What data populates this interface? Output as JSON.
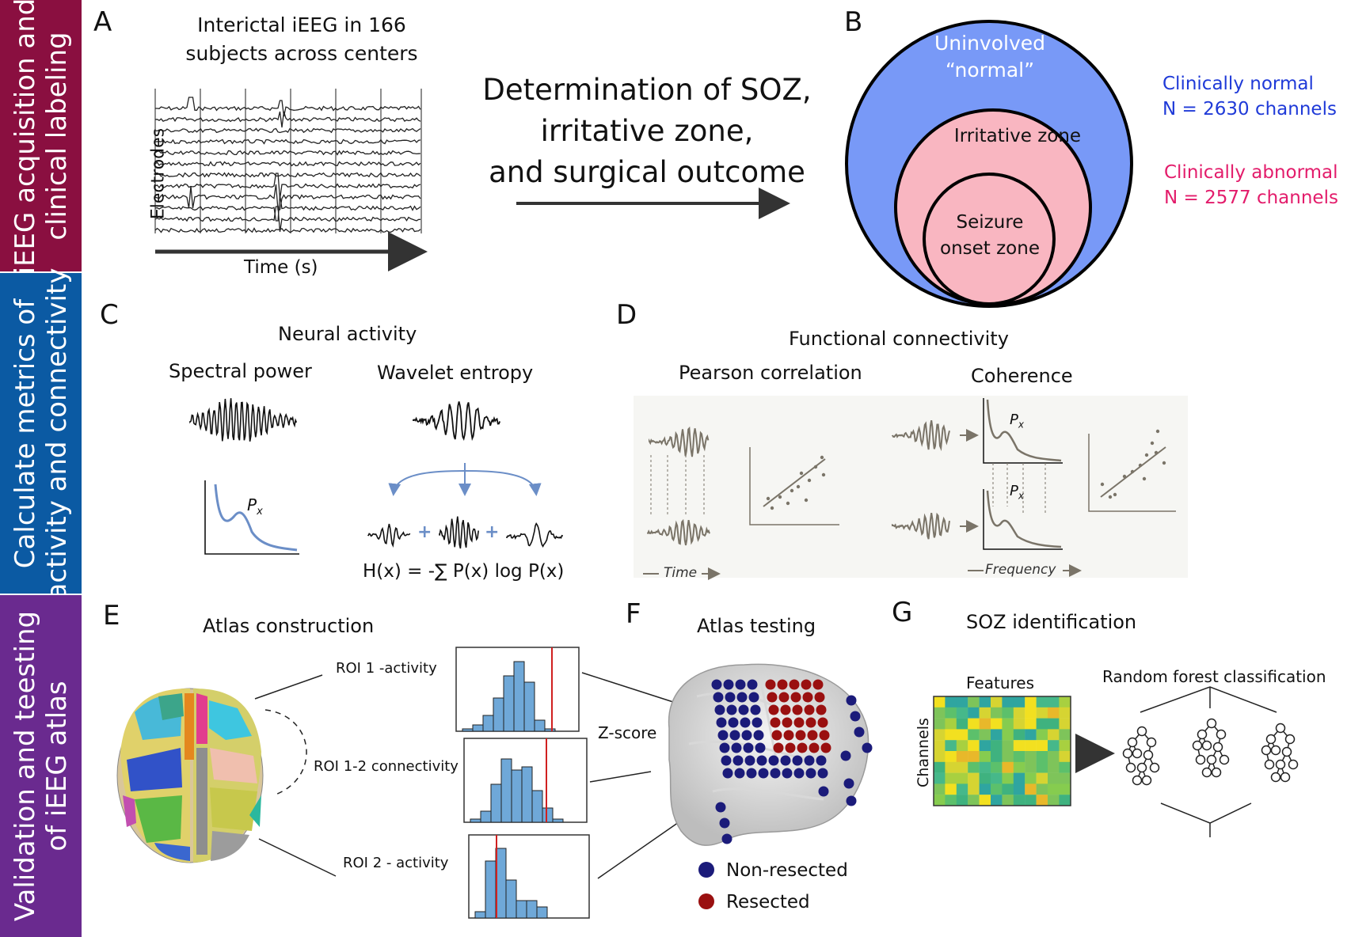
{
  "bands": [
    {
      "line1": "iEEG acquisition and",
      "line2": "clinical labeling",
      "color": "#8a0f40"
    },
    {
      "line1": "Calculate metrics of",
      "line2": "activity and connectivity",
      "color": "#0b5aa3"
    },
    {
      "line1": "Validation and teesting",
      "line2": "of iEEG atlas",
      "color": "#6a2a8f"
    }
  ],
  "panelA": {
    "letter": "A",
    "title_line1": "Interictal iEEG in 166",
    "title_line2": "subjects across centers",
    "ylabel": "Electrodes",
    "xlabel": "Time (s)"
  },
  "center_text": {
    "line1": "Determination of SOZ,",
    "line2": "irritative zone,",
    "line3": "and surgical outcome"
  },
  "panelB": {
    "letter": "B",
    "outer_line1": "Uninvolved",
    "outer_line2": "“normal”",
    "middle": "Irritative zone",
    "inner_line1": "Seizure",
    "inner_line2": "onset zone",
    "normal_line1": "Clinically normal",
    "normal_line2": "N = 2630 channels",
    "abnormal_line1": "Clinically abnormal",
    "abnormal_line2": "N = 2577 channels",
    "colors": {
      "outer": "#7899f7",
      "inner": "#f9b6c1",
      "normal_text": "#1f3ad8",
      "abnormal_text": "#e31c6b"
    }
  },
  "panelC": {
    "letter": "C",
    "title": "Neural activity",
    "spectral": "Spectral power",
    "wavelet": "Wavelet entropy",
    "px": "P",
    "px_sub": "x",
    "plus": "+",
    "formula": "H(x) = -∑ P(x) log P(x)"
  },
  "panelD": {
    "letter": "D",
    "title": "Functional connectivity",
    "pearson": "Pearson correlation",
    "coherence": "Coherence",
    "time_axis": "Time",
    "freq_axis": "Frequency",
    "px": "P",
    "px_sub": "x"
  },
  "panelE": {
    "letter": "E",
    "title": "Atlas construction",
    "roi1": "ROI 1 -activity",
    "roi12": "ROI 1-2 connectivity",
    "roi2": "ROI 2 - activity"
  },
  "panelF": {
    "letter": "F",
    "title": "Atlas testing",
    "zscore": "Z-score",
    "legend_nonresected": "Non-resected",
    "legend_resected": "Resected",
    "colors": {
      "nonresected": "#1b1b7a",
      "resected": "#9a1010"
    }
  },
  "panelG": {
    "letter": "G",
    "title": "SOZ identification",
    "features": "Features",
    "channels": "Channels",
    "rf": "Random forest classification"
  }
}
